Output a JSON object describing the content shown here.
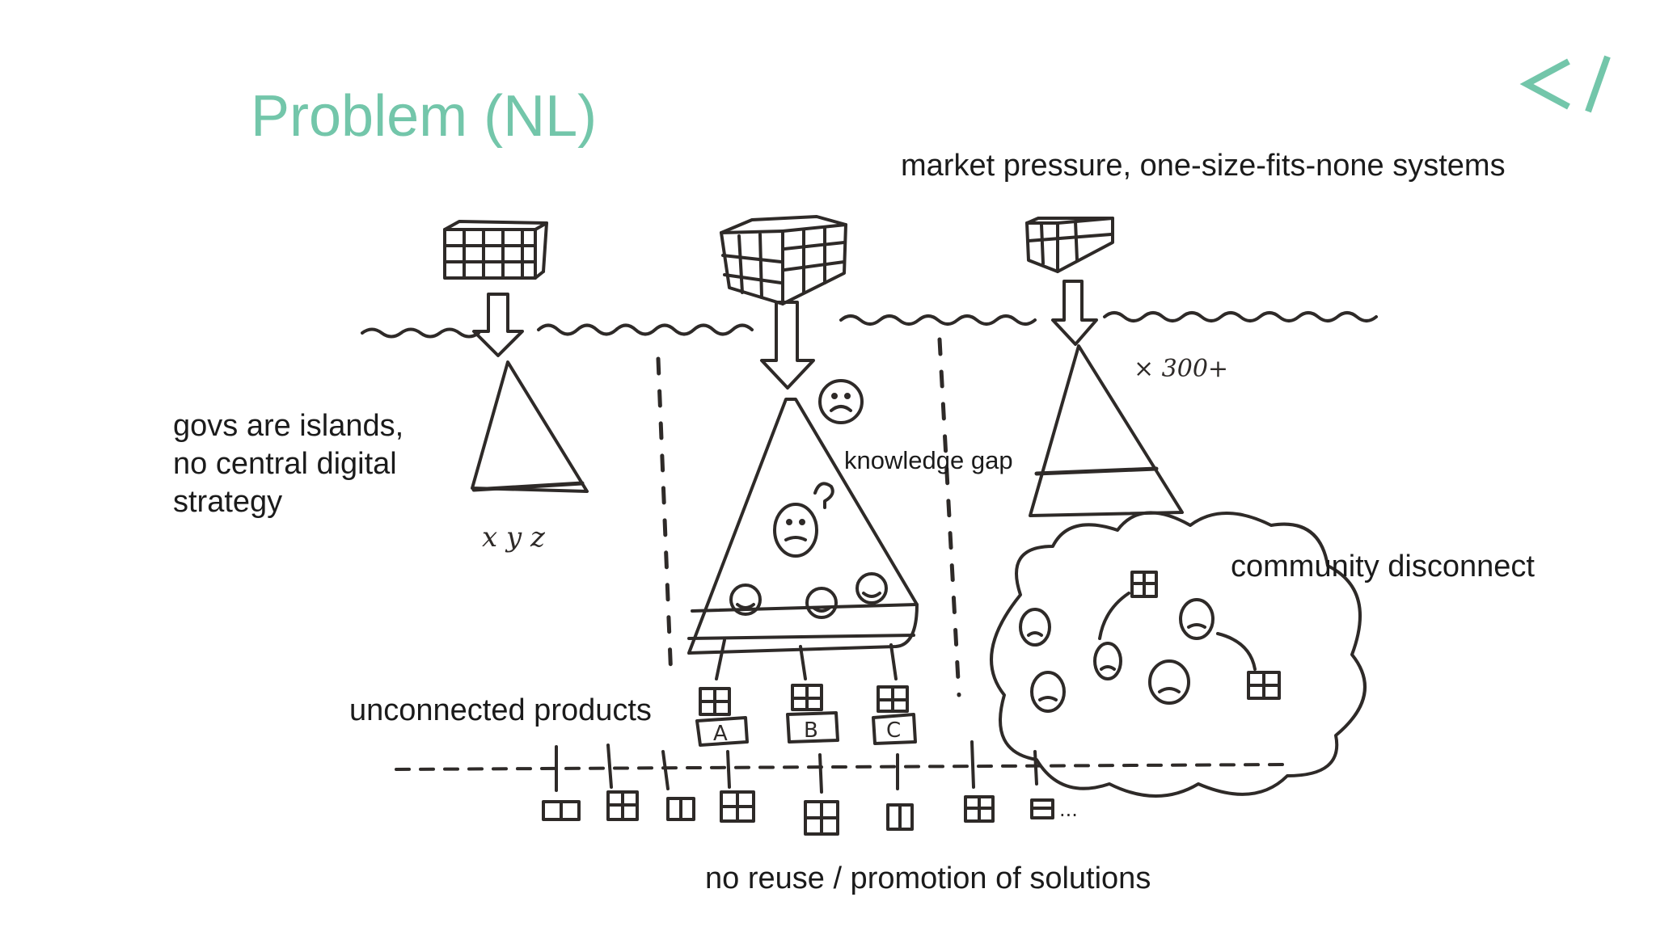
{
  "slide": {
    "title": "Problem (NL)",
    "logo_icon": "code-brackets-icon",
    "accent_color": "#73c6aa",
    "ink_color": "#2e2a28",
    "labels": {
      "market_pressure": "market pressure, one-size-fits-none systems",
      "islands": "govs are islands,\nno central digital\nstrategy",
      "knowledge_gap": "knowledge gap",
      "community": "community disconnect",
      "unconnected": "unconnected products",
      "no_reuse": "no reuse / promotion of solutions"
    },
    "annotations": {
      "municipalities": "x y z",
      "count": "× 300+",
      "product_a": "A",
      "product_b": "B",
      "product_c": "C",
      "ellipsis": "..."
    }
  }
}
